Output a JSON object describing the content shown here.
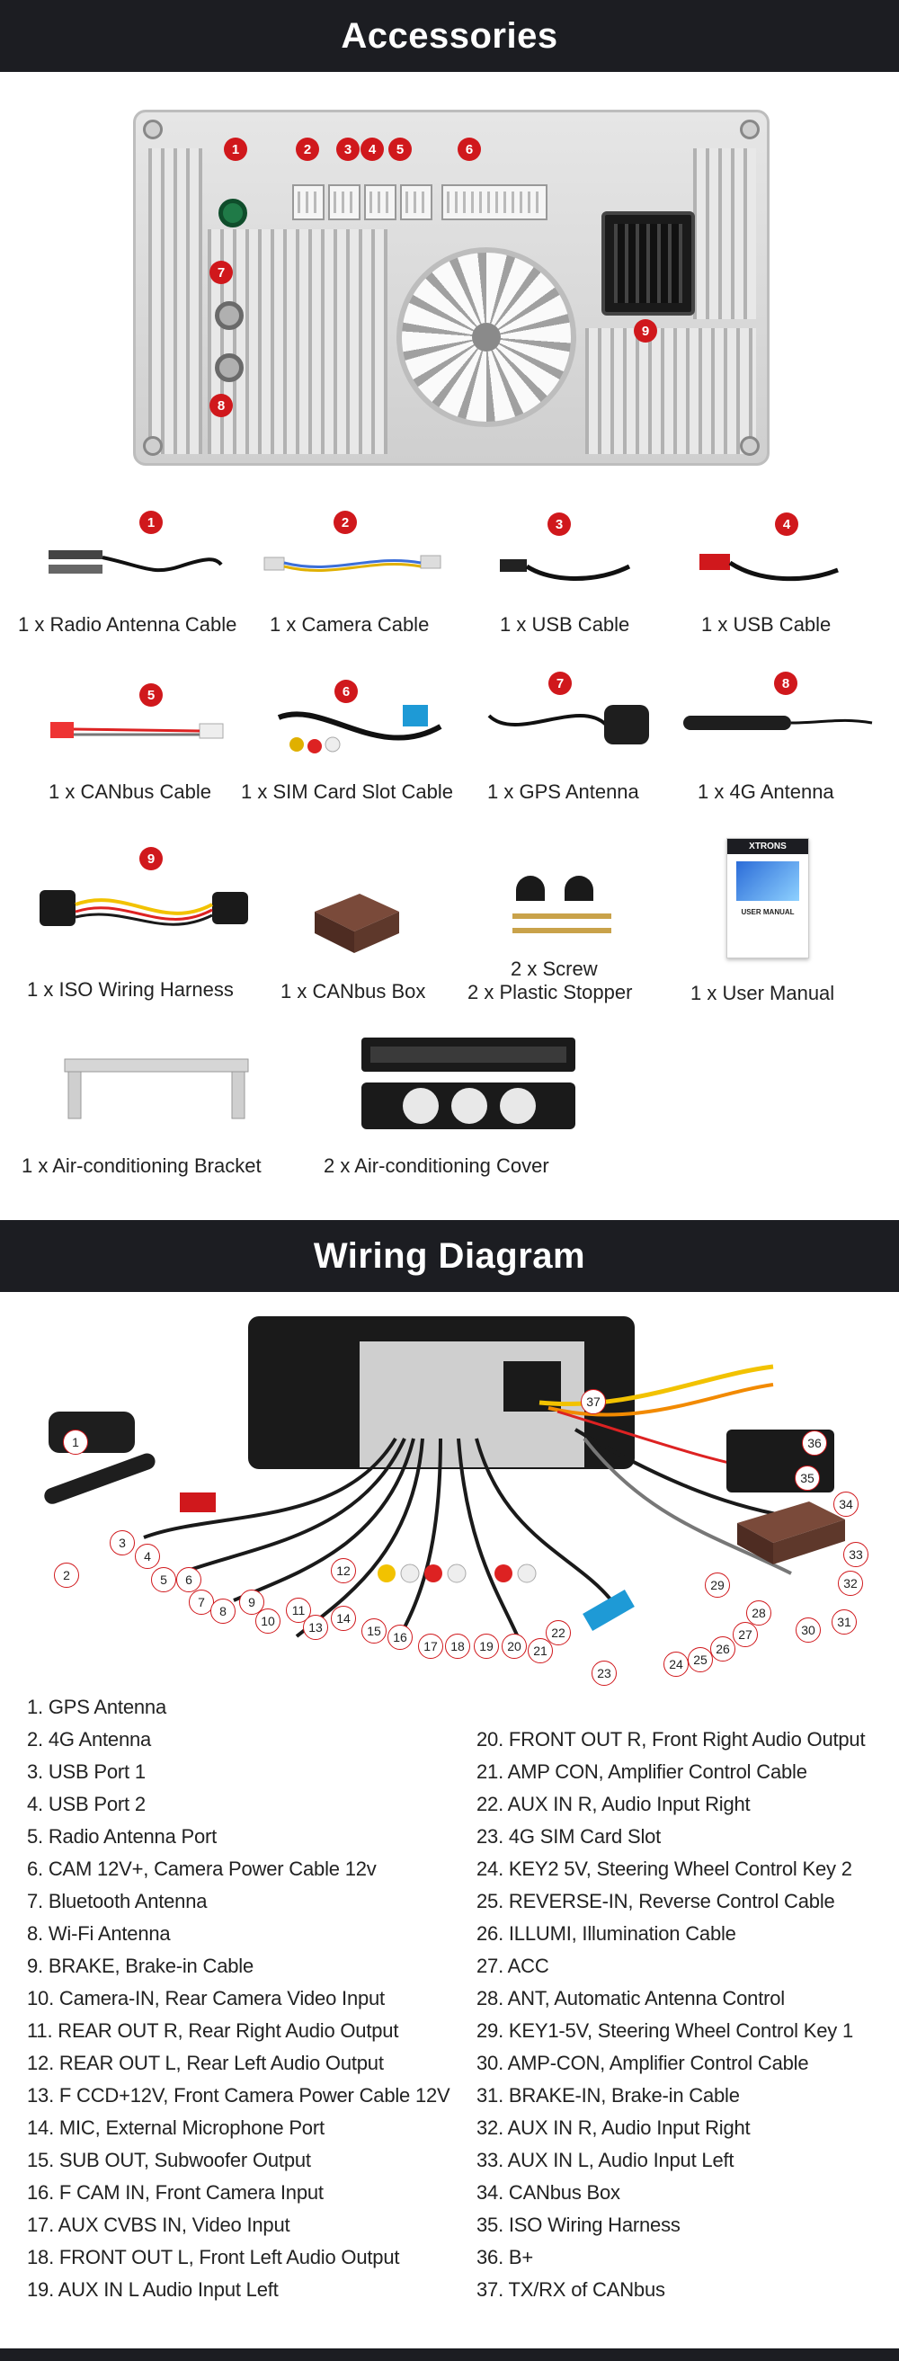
{
  "sections": {
    "accessories_title": "Accessories",
    "wiring_title": "Wiring Diagram"
  },
  "panel_numbers": [
    "1",
    "2",
    "3",
    "4",
    "5",
    "6",
    "7",
    "8",
    "9"
  ],
  "accessories": [
    {
      "num": "1",
      "label": "1 x Radio Antenna Cable"
    },
    {
      "num": "2",
      "label": "1 x Camera Cable"
    },
    {
      "num": "3",
      "label": "1 x USB Cable"
    },
    {
      "num": "4",
      "label": "1 x USB Cable"
    },
    {
      "num": "5",
      "label": "1 x CANbus Cable"
    },
    {
      "num": "6",
      "label": "1 x SIM Card Slot Cable"
    },
    {
      "num": "7",
      "label": "1 x GPS Antenna"
    },
    {
      "num": "8",
      "label": "1 x 4G Antenna"
    },
    {
      "num": "9",
      "label": "1 x ISO Wiring Harness"
    },
    {
      "num": "",
      "label": "1 x CANbus Box"
    },
    {
      "num": "",
      "label": "2 x Screw"
    },
    {
      "num": "",
      "label": "2 x Plastic Stopper"
    },
    {
      "num": "",
      "label": "1 x User Manual"
    },
    {
      "num": "",
      "label": "1 x Air-conditioning Bracket"
    },
    {
      "num": "",
      "label": "2 x Air-conditioning Cover"
    }
  ],
  "manual": {
    "brand": "XTRONS",
    "title": "USER MANUAL"
  },
  "wiring_numbers": [
    "1",
    "2",
    "3",
    "4",
    "5",
    "6",
    "7",
    "8",
    "9",
    "10",
    "11",
    "12",
    "13",
    "14",
    "15",
    "16",
    "17",
    "18",
    "19",
    "20",
    "21",
    "22",
    "23",
    "24",
    "25",
    "26",
    "27",
    "28",
    "29",
    "30",
    "31",
    "32",
    "33",
    "34",
    "35",
    "36",
    "37"
  ],
  "wiring_left": [
    "1. GPS Antenna",
    "2. 4G Antenna",
    "3. USB Port 1",
    "4. USB Port 2",
    "5. Radio Antenna Port",
    "6. CAM 12V+, Camera Power Cable 12v",
    "7. Bluetooth Antenna",
    "8. Wi-Fi Antenna",
    "9. BRAKE, Brake-in Cable",
    "10. Camera-IN, Rear Camera Video Input",
    "11. REAR OUT R, Rear Right Audio Output",
    "12. REAR OUT L, Rear Left Audio Output",
    "13. F CCD+12V, Front Camera Power Cable 12V",
    "14. MIC, External Microphone Port",
    "15. SUB OUT, Subwoofer Output",
    "16. F CAM IN, Front Camera Input",
    "17. AUX CVBS IN, Video Input",
    "18. FRONT OUT L, Front Left Audio Output",
    "19. AUX IN L Audio Input Left"
  ],
  "wiring_right": [
    "20. FRONT OUT R, Front Right Audio Output",
    "21. AMP CON, Amplifier Control Cable",
    "22. AUX IN R, Audio Input Right",
    "23. 4G SIM Card Slot",
    "24. KEY2 5V, Steering Wheel Control Key 2",
    "25. REVERSE-IN, Reverse Control Cable",
    "26. ILLUMI, Illumination Cable",
    "27. ACC",
    "28. ANT, Automatic Antenna Control",
    "29. KEY1-5V, Steering Wheel Control Key 1",
    "30. AMP-CON, Amplifier Control Cable",
    "31. BRAKE-IN, Brake-in Cable",
    "32. AUX IN R, Audio Input Right",
    "33. AUX IN L, Audio Input Left",
    "34. CANbus Box",
    "35. ISO Wiring Harness",
    "36. B+",
    "37. TX/RX of CANbus"
  ],
  "colors": {
    "banner": "#1c1d22",
    "accent_red": "#d0181c",
    "cable_yellow": "#f2c200",
    "cable_orange": "#f28a00"
  }
}
